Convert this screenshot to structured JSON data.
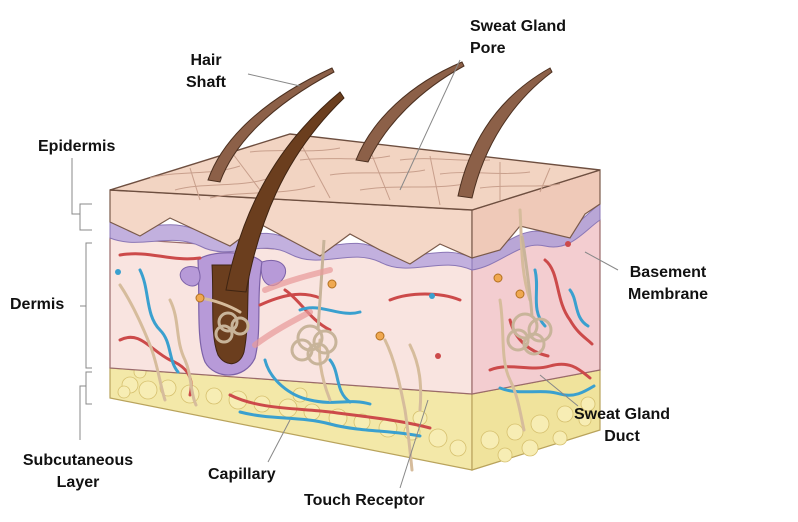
{
  "labels": {
    "hair_shaft": [
      "Hair",
      "Shaft"
    ],
    "sweat_gland_pore": [
      "Sweat Gland",
      "Pore"
    ],
    "epidermis": "Epidermis",
    "dermis": "Dermis",
    "subcutaneous_layer": [
      "Subcutaneous",
      "Layer"
    ],
    "basement_membrane": [
      "Basement",
      "Membrane"
    ],
    "sweat_gland_duct": [
      "Sweat Gland",
      "Duct"
    ],
    "capillary": "Capillary",
    "touch_receptor": "Touch Receptor"
  },
  "colors": {
    "epidermis_top": "#f0d2c0",
    "epidermis_edge": "#7a5a4a",
    "basement_membrane": "#b9a6d6",
    "dermis": "#f7e2df",
    "dermis_side": "#f2c9cc",
    "subcutaneous_fat": "#f2e6a6",
    "hair": "#6b3e1e",
    "artery": "#cc4a4a",
    "vein": "#3aa0cf",
    "nerve": "#d8c0a0",
    "leader_line": "#888888"
  }
}
